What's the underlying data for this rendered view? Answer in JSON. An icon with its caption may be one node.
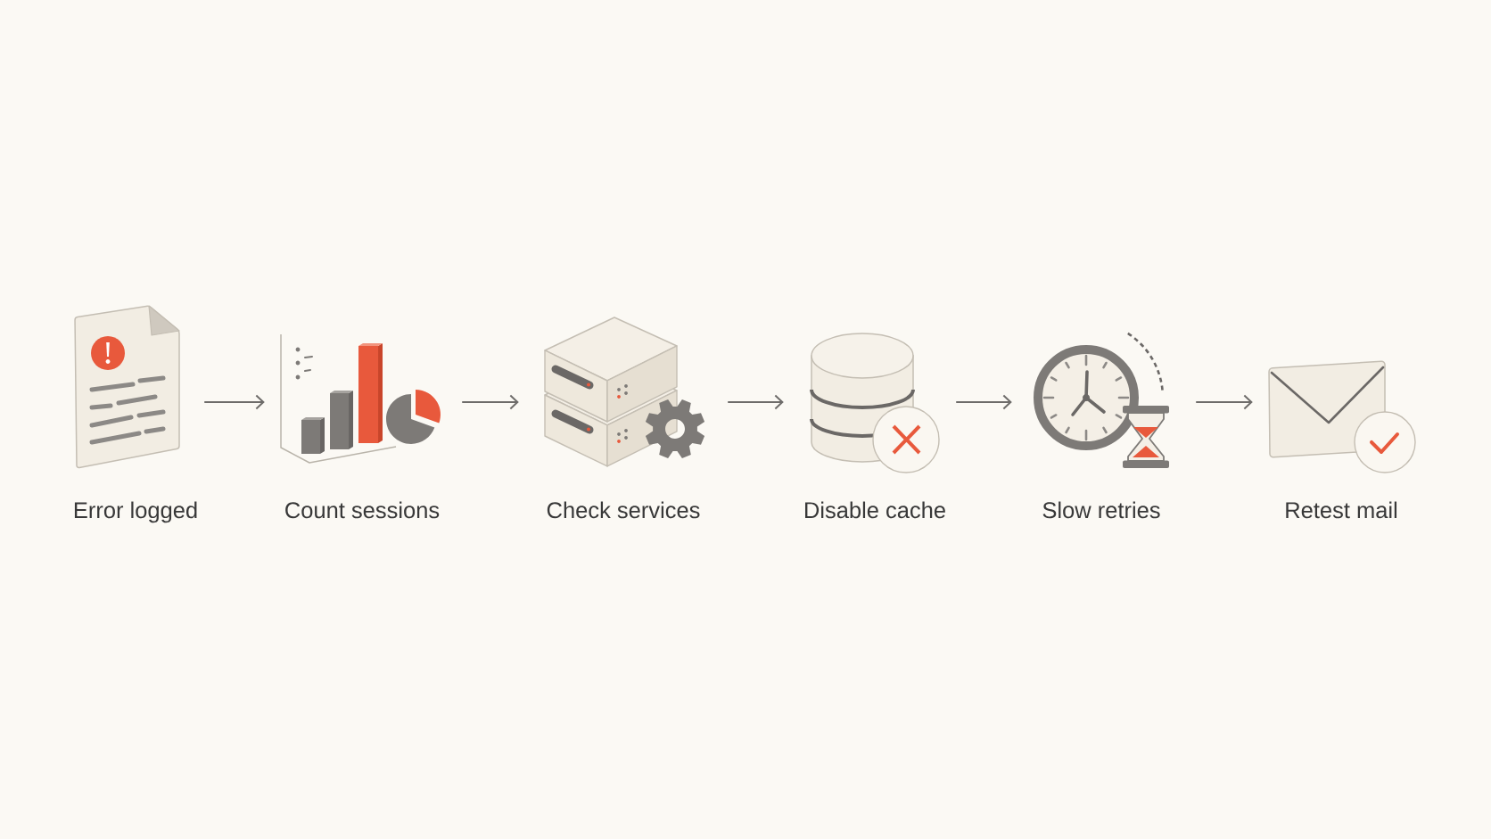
{
  "diagram": {
    "nodes": [
      {
        "text": [],
        "shape": "picture",
        "beside": [
          "Error logged"
        ]
      },
      {
        "text": [],
        "shape": "picture",
        "beside": [
          "Count sessions"
        ]
      },
      {
        "text": [],
        "shape": "picture",
        "beside": [
          "Check services"
        ]
      },
      {
        "text": [],
        "shape": "picture",
        "beside": [
          "Disable cache"
        ]
      },
      {
        "text": [],
        "shape": "picture",
        "beside": [
          "Slow retries"
        ]
      },
      {
        "text": [],
        "shape": "picture",
        "beside": [
          "Retest mail"
        ]
      }
    ],
    "edges": [
      {
        "from": 0,
        "to": 1,
        "arrow": "to"
      },
      {
        "from": 1,
        "to": 2,
        "arrow": "to"
      },
      {
        "from": 2,
        "to": 3,
        "arrow": "to"
      },
      {
        "from": 3,
        "to": 4,
        "arrow": "to"
      },
      {
        "from": 4,
        "to": 5,
        "arrow": "to"
      }
    ]
  }
}
